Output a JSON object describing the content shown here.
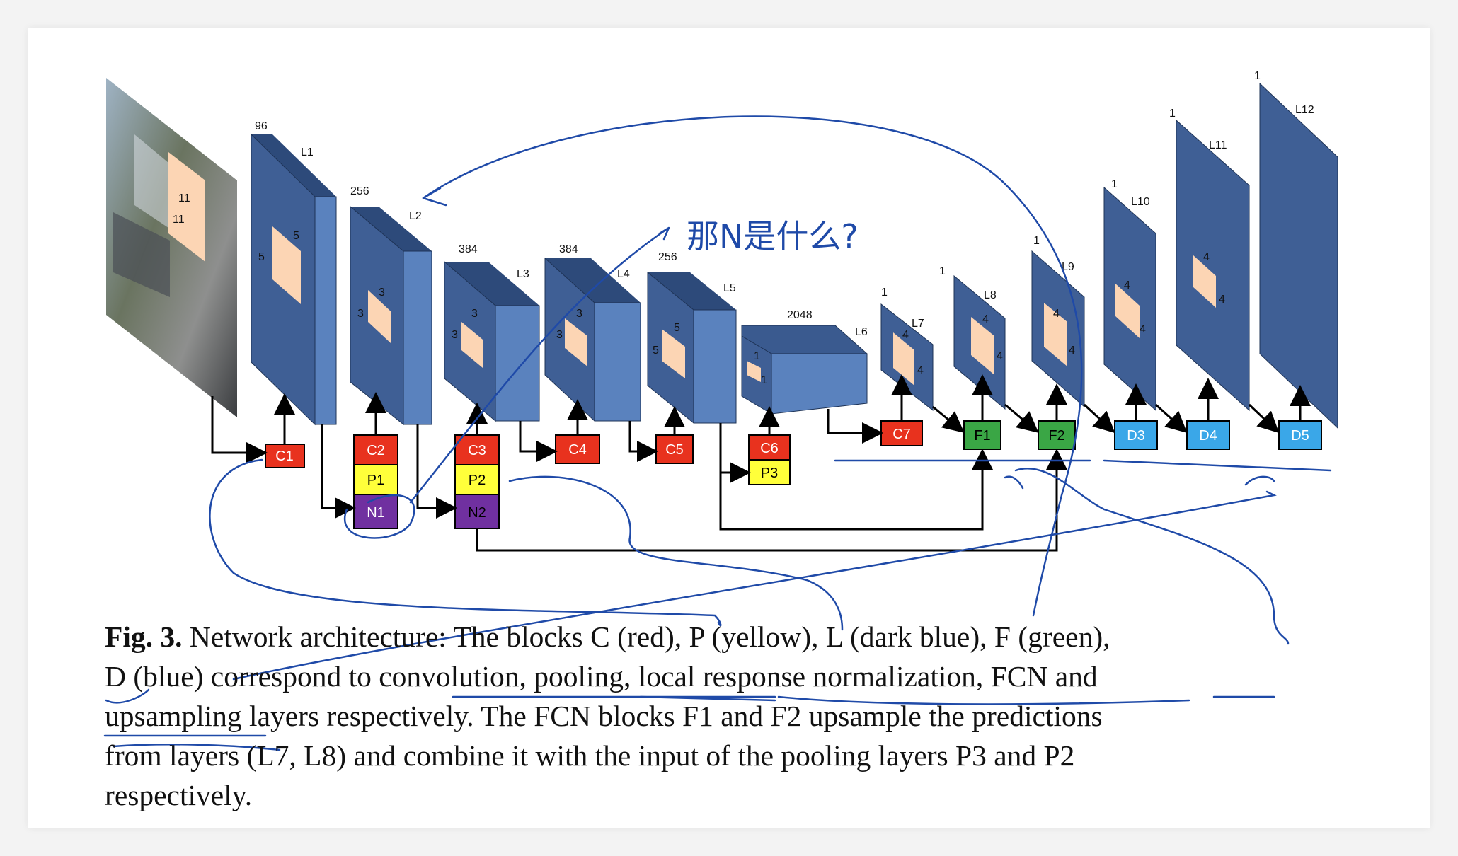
{
  "caption": {
    "label": "Fig. 3.",
    "line1": "Network architecture: The blocks C (red), P (yellow), L (dark blue), F (green),",
    "line2": "D (blue) correspond to convolution, pooling, local response normalization, FCN and",
    "line3": "upsampling layers respectively. The FCN blocks F1 and F2 upsample the predictions",
    "line4": "from layers (L7, L8) and combine it with the input of the pooling layers P3 and P2",
    "line5": "respectively."
  },
  "layers": [
    {
      "name": "L1",
      "depth": "96",
      "k1": "5",
      "k2": "5"
    },
    {
      "name": "L2",
      "depth": "256",
      "k1": "3",
      "k2": "3"
    },
    {
      "name": "L3",
      "depth": "384",
      "k1": "3",
      "k2": "3"
    },
    {
      "name": "L4",
      "depth": "384",
      "k1": "3",
      "k2": "3"
    },
    {
      "name": "L5",
      "depth": "256",
      "k1": "5",
      "k2": "5"
    },
    {
      "name": "L6",
      "depth": "2048",
      "k1": "1",
      "k2": "1"
    },
    {
      "name": "L7",
      "depth": "1",
      "k1": "4",
      "k2": "4"
    },
    {
      "name": "L8",
      "depth": "1",
      "k1": "4",
      "k2": "4"
    },
    {
      "name": "L9",
      "depth": "1",
      "k1": "4",
      "k2": "4"
    },
    {
      "name": "L10",
      "depth": "1",
      "k1": "4",
      "k2": "4"
    },
    {
      "name": "L11",
      "depth": "1",
      "k1": "4",
      "k2": "4"
    },
    {
      "name": "L12",
      "depth": "1"
    }
  ],
  "input_image": {
    "k1": "11",
    "k2": "11"
  },
  "blocks": {
    "C1": "C1",
    "C2": "C2",
    "P1": "P1",
    "N1": "N1",
    "C3": "C3",
    "P2": "P2",
    "N2": "N2",
    "C4": "C4",
    "C5": "C5",
    "C6": "C6",
    "P3": "P3",
    "C7": "C7",
    "F1": "F1",
    "F2": "F2",
    "D3": "D3",
    "D4": "D4",
    "D5": "D5"
  },
  "handwritten_note": "那N是什么?",
  "colors": {
    "conv_red": "#e8321e",
    "pool_yellow": "#ffff3a",
    "norm_purple": "#7030a0",
    "fcn_green": "#3aa645",
    "upsample_blue": "#3aa7e8",
    "layer_dark": "#3f5f95",
    "layer_side": "#5a82be",
    "kernel_peach": "#fcd5b4",
    "ink_blue": "#1f4aa8"
  }
}
